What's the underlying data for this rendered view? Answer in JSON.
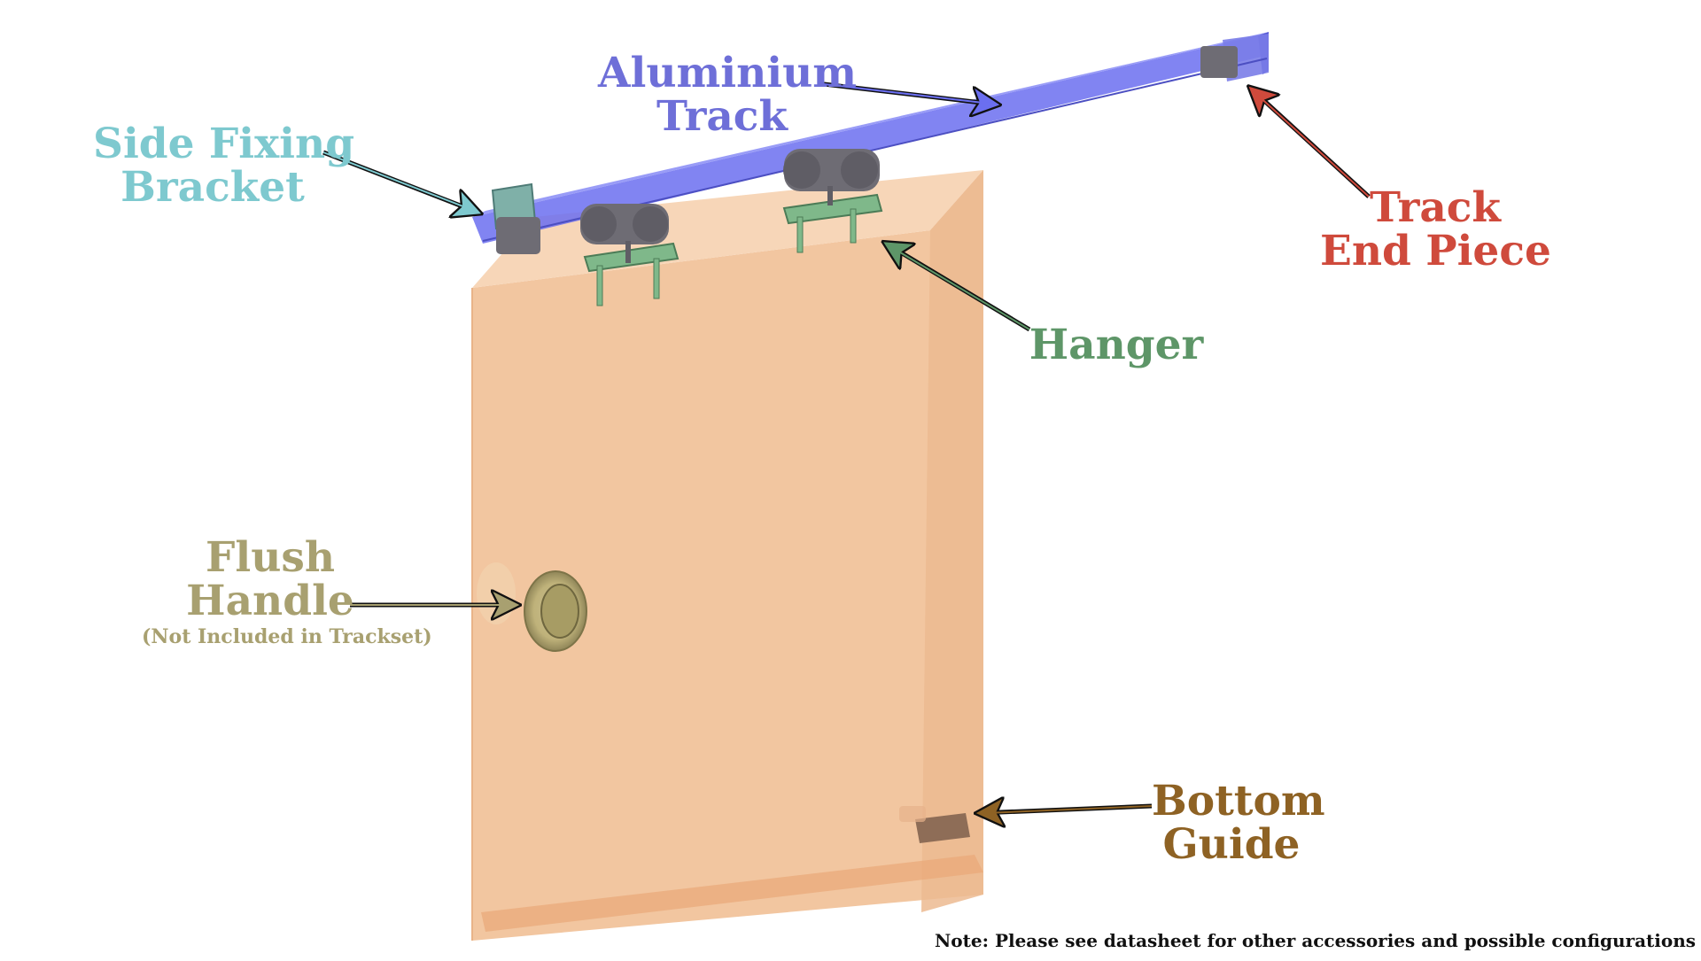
{
  "labels": {
    "aluminium_track": {
      "line1": "Aluminium",
      "line2": "Track",
      "color": "#6e6fd8"
    },
    "side_fixing_bracket": {
      "line1": "Side Fixing",
      "line2": "Bracket",
      "color": "#7ec9cf"
    },
    "track_end_piece": {
      "line1": "Track",
      "line2": "End Piece",
      "color": "#cf4a3c"
    },
    "hanger": {
      "line1": "Hanger",
      "color": "#5e9668"
    },
    "flush_handle": {
      "line1": "Flush",
      "line2": "Handle",
      "sub": "(Not Included in Trackset)",
      "color": "#a8a070"
    },
    "bottom_guide": {
      "line1": "Bottom",
      "line2": "Guide",
      "color": "#8e6224"
    }
  },
  "note": "Note: Please see datasheet for other accessories and possible configurations",
  "colors": {
    "door": "#f2c6a0",
    "door_edge": "#e8b186",
    "track": "#6b6ff0",
    "hardware": "#6e6c74",
    "hanger_metal": "#7fb88a"
  }
}
